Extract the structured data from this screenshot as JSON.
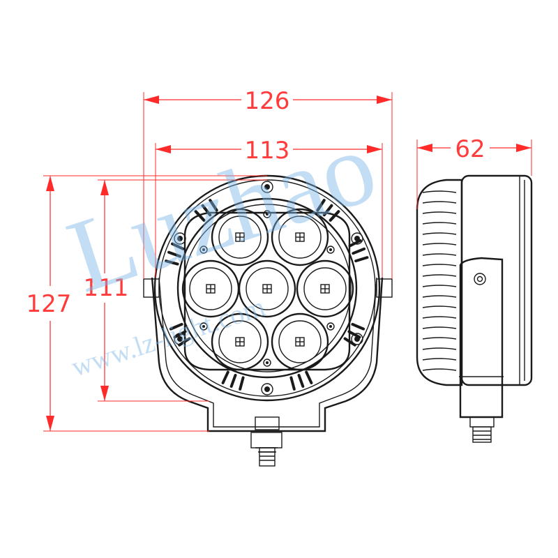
{
  "dimensions": {
    "width_overall": "126",
    "width_inner": "113",
    "height_overall": "127",
    "height_inner": "111",
    "depth": "62"
  },
  "watermark": {
    "brand": "Luzhao",
    "url": "www.lz-light.com"
  },
  "colors": {
    "dimension_red": "#ff2a2a",
    "line_black": "#1a1a1a",
    "watermark_blue": "#7cb8e8"
  },
  "led_count": 7
}
